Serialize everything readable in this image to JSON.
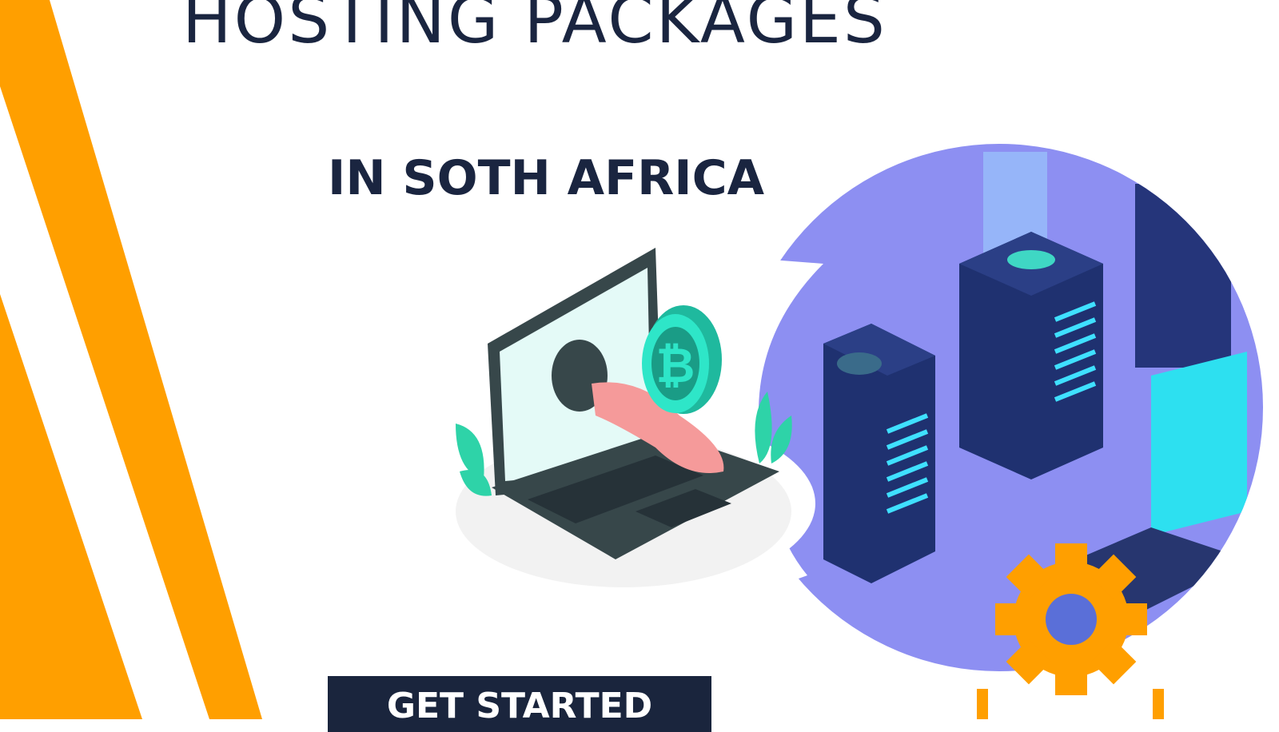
{
  "banner": {
    "headline": "HOSTING PACKAGES",
    "subheadline": "IN SOTH AFRICA",
    "cta_label": "GET STARTED"
  },
  "colors": {
    "accent_orange": "#ff9f00",
    "navy": "#1a253d",
    "circle_purple": "#8d8ff2",
    "teal": "#2ee6c8"
  },
  "icons": [
    "bitcoin-icon",
    "gear-icon",
    "server-icon",
    "laptop-icon"
  ]
}
